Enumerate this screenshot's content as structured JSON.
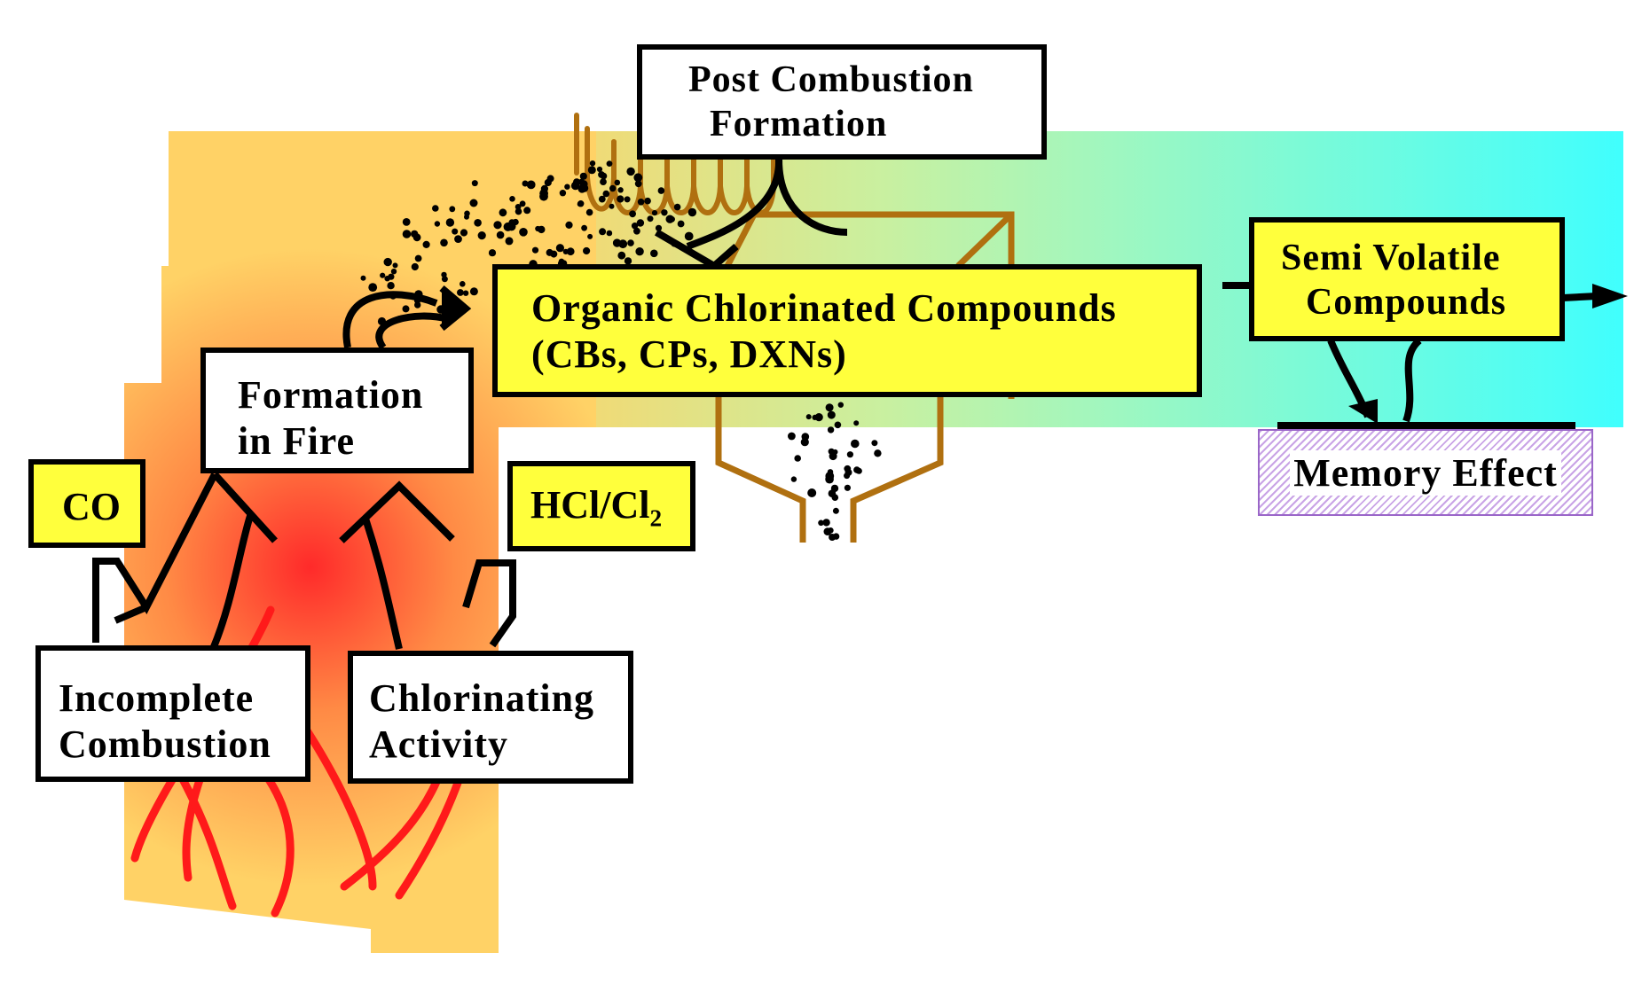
{
  "boxes": {
    "post_combustion": [
      "Post Combustion",
      "Formation"
    ],
    "formation_in_fire": [
      "Formation",
      "in Fire"
    ],
    "organic_chlorinated": [
      "Organic Chlorinated Compounds",
      "(CBs, CPs, DXNs)"
    ],
    "semi_volatile": [
      "Semi Volatile",
      "Compounds"
    ],
    "memory_effect": "Memory Effect",
    "co": "CO",
    "hcl_main": "HCl/Cl",
    "hcl_sub": "2",
    "incomplete_combustion": [
      "Incomplete",
      "Combustion"
    ],
    "chlorinating_activity": [
      "Chlorinating",
      "Activity"
    ]
  },
  "colors": {
    "fire_core": "#ff2a2a",
    "fire_outer": "#ffd266",
    "gas_start": "#ffd266",
    "gas_end": "#40ffff",
    "flame_lines": "#ff1a1a",
    "duct_brown": "#b07010",
    "box_yellow": "#ffff3c",
    "hatch_purple": "#9a66c8"
  }
}
